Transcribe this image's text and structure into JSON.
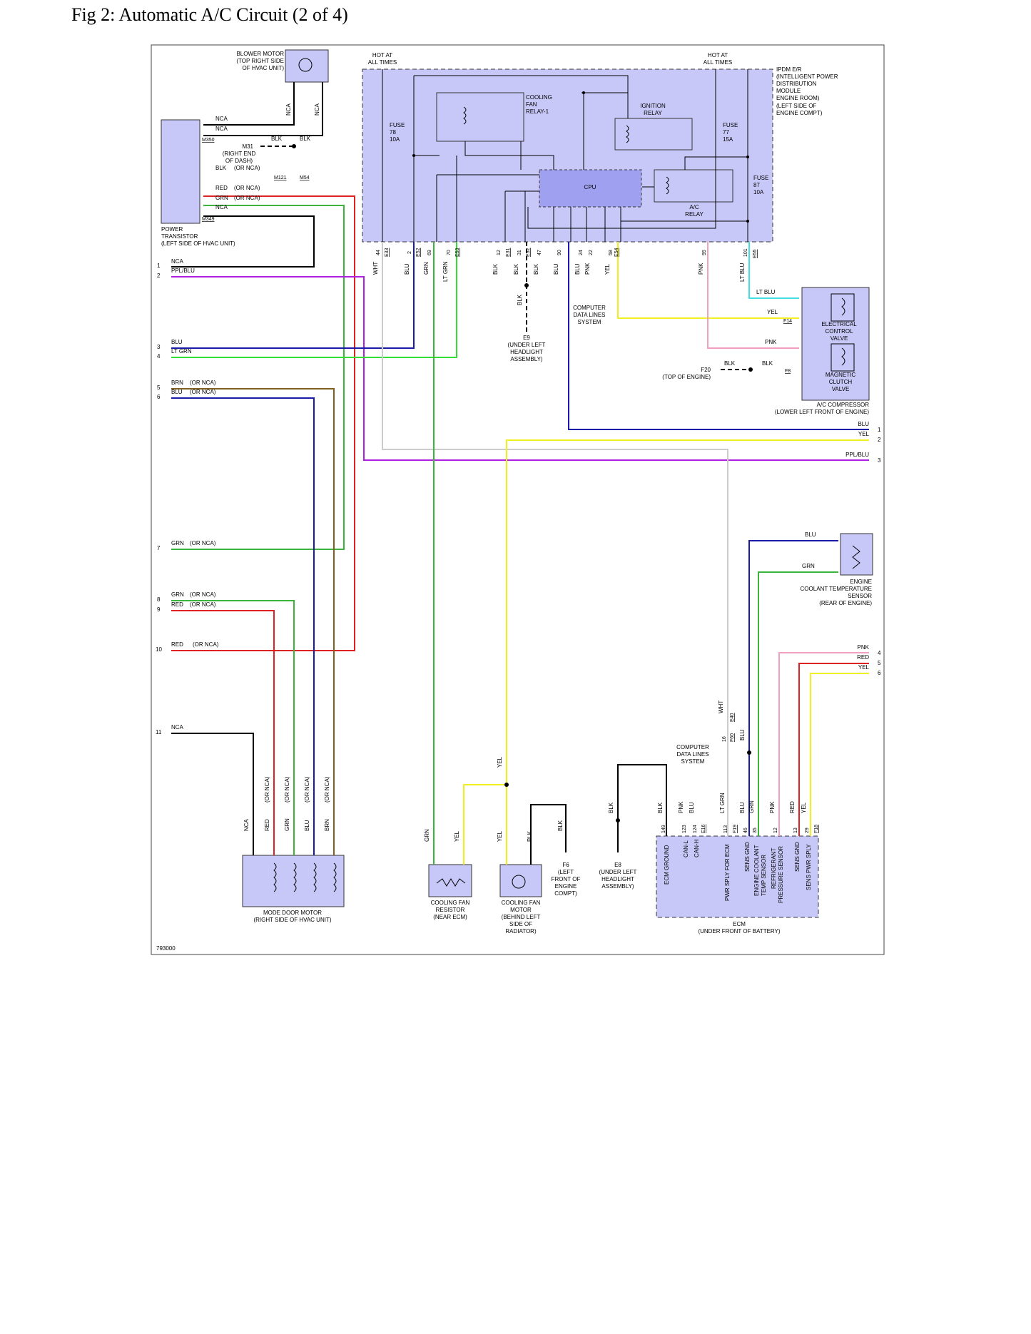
{
  "title": "Fig 2: Automatic A/C Circuit (2 of 4)",
  "figure_id": "793000",
  "colors": {
    "component_fill": "#c8c8f8",
    "cpu_fill": "#a0a0f0",
    "blk": "#000000",
    "blu": "#1a1aa8",
    "grn": "#3cb43c",
    "ltgrn": "#33dd33",
    "red": "#dd2222",
    "yel": "#f0f020",
    "pnk": "#f0a0c0",
    "ppl": "#b020e0",
    "brn": "#806020",
    "wht": "#cccccc",
    "ltblu": "#40e0e0"
  },
  "components": {
    "blower_motor": [
      "BLOWER MOTOR",
      "(TOP RIGHT SIDE",
      "OF HVAC UNIT)"
    ],
    "power_transistor": [
      "POWER",
      "TRANSISTOR",
      "(LEFT SIDE OF HVAC UNIT)"
    ],
    "m31": [
      "M31",
      "(RIGHT END",
      "OF DASH)"
    ],
    "ipdm": [
      "IPDM E/R",
      "(INTELLIGENT POWER",
      "DISTRIBUTION",
      "MODULE",
      "ENGINE ROOM)",
      "(LEFT SIDE OF",
      "ENGINE COMPT)"
    ],
    "hot_left": [
      "HOT AT",
      "ALL TIMES"
    ],
    "hot_right": [
      "HOT AT",
      "ALL TIMES"
    ],
    "fuse78": [
      "FUSE",
      "78",
      "10A"
    ],
    "fuse77": [
      "FUSE",
      "77",
      "15A"
    ],
    "fuse87": [
      "FUSE",
      "87",
      "10A"
    ],
    "cooling_fan_relay": [
      "COOLING",
      "FAN",
      "RELAY-1"
    ],
    "ignition_relay": [
      "IGNITION",
      "RELAY"
    ],
    "ac_relay": [
      "A/C",
      "RELAY"
    ],
    "cpu": "CPU",
    "cdl_top": [
      "COMPUTER",
      "DATA LINES",
      "SYSTEM"
    ],
    "e9": [
      "E9",
      "(UNDER LEFT",
      "HEADLIGHT",
      "ASSEMBLY)"
    ],
    "ecv": [
      "ELECTRICAL",
      "CONTROL",
      "VALVE"
    ],
    "clutch": [
      "MAGNETIC",
      "CLUTCH",
      "VALVE"
    ],
    "f20": [
      "F20",
      "(TOP OF ENGINE)"
    ],
    "compressor": [
      "A/C COMPRESSOR",
      "(LOWER LEFT FRONT OF ENGINE)"
    ],
    "ect_sensor": [
      "ENGINE",
      "COOLANT TEMPERATURE",
      "SENSOR",
      "(REAR OF ENGINE)"
    ],
    "mode_door": [
      "MODE DOOR MOTOR",
      "(RIGHT SIDE OF HVAC UNIT)"
    ],
    "fan_resistor": [
      "COOLING FAN",
      "RESISTOR",
      "(NEAR ECM)"
    ],
    "fan_motor": [
      "COOLING FAN",
      "MOTOR",
      "(BEHIND LEFT",
      "SIDE OF",
      "RADIATOR)"
    ],
    "f6": [
      "F6",
      "(LEFT",
      "FRONT OF",
      "ENGINE",
      "COMPT)"
    ],
    "e8": [
      "E8",
      "(UNDER LEFT",
      "HEADLIGHT",
      "ASSEMBLY)"
    ],
    "cdl_bottom": [
      "COMPUTER",
      "DATA LINES",
      "SYSTEM"
    ],
    "ecm": [
      "ECM",
      "(UNDER FRONT OF BATTERY)"
    ],
    "ecm_pins": [
      "ECM GROUND",
      "CAN-L",
      "CAN-H",
      "PWR SPLY FOR ECM",
      "SENS GND",
      "ENGINE COOLANT",
      "TEMP SENSOR",
      "REFRIGERANT",
      "PRESSURE SENSOR",
      "SENS GND",
      "SENS PWR SPLY"
    ]
  },
  "connectors": [
    "M350",
    "M121",
    "M54",
    "M349",
    "E33",
    "E52",
    "E53",
    "E31",
    "E32",
    "E54",
    "F14",
    "F8",
    "E55",
    "E40",
    "F60",
    "F19",
    "E16",
    "F18"
  ],
  "left_wires": [
    {
      "num": "1",
      "color": "NCA",
      "note": ""
    },
    {
      "num": "2",
      "color": "PPL/BLU",
      "note": ""
    },
    {
      "num": "3",
      "color": "BLU",
      "note": ""
    },
    {
      "num": "4",
      "color": "LT GRN",
      "note": ""
    },
    {
      "num": "5",
      "color": "BRN",
      "note": "(OR NCA)"
    },
    {
      "num": "6",
      "color": "BLU",
      "note": "(OR NCA)"
    },
    {
      "num": "7",
      "color": "GRN",
      "note": "(OR NCA)"
    },
    {
      "num": "8",
      "color": "GRN",
      "note": "(OR NCA)"
    },
    {
      "num": "9",
      "color": "RED",
      "note": "(OR NCA)"
    },
    {
      "num": "10",
      "color": "RED",
      "note": "(OR NCA)"
    },
    {
      "num": "11",
      "color": "NCA",
      "note": ""
    }
  ],
  "right_wires": [
    {
      "num": "1",
      "color": "BLU"
    },
    {
      "num": "2",
      "color": "YEL"
    },
    {
      "num": "3",
      "color": "PPL/BLU"
    },
    {
      "num": "4",
      "color": "PNK"
    },
    {
      "num": "5",
      "color": "RED"
    },
    {
      "num": "6",
      "color": "YEL"
    }
  ],
  "labels": {
    "nca": "NCA",
    "blk": "BLK",
    "red": "RED",
    "grn": "GRN",
    "blu": "BLU",
    "yel": "YEL",
    "pnk": "PNK",
    "wht": "WHT",
    "ltgrn": "LT GRN",
    "ltblu": "LT BLU",
    "brn": "BRN",
    "ornca": "(OR NCA)",
    "n1": "1",
    "n2": "2",
    "n3": "3",
    "n4": "4",
    "n5": "5",
    "n6": "6",
    "p44": "44",
    "p69": "69",
    "p70": "70",
    "p12": "12",
    "p31": "31",
    "p47": "47",
    "p90": "90",
    "p24": "24",
    "p22": "22",
    "p58": "58",
    "p95": "95",
    "p101": "101",
    "p149": "149",
    "p123": "123",
    "p124": "124",
    "p113": "113",
    "p16": "16",
    "p46": "46",
    "p35": "35",
    "p13": "13",
    "p29": "29"
  }
}
